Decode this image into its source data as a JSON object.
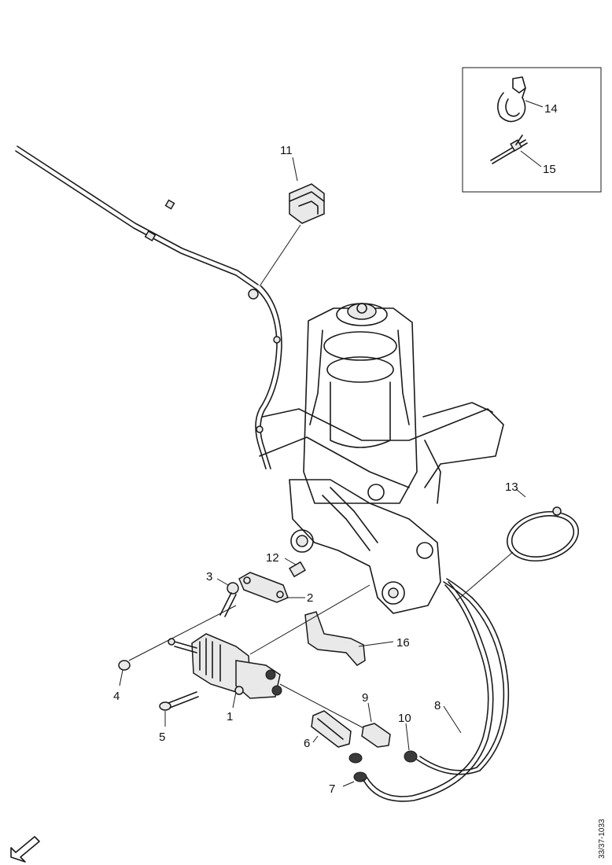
{
  "diagram": {
    "callouts": {
      "c1": "1",
      "c2": "2",
      "c3": "3",
      "c4": "4",
      "c5": "5",
      "c6": "6",
      "c7": "7",
      "c8": "8",
      "c9": "9",
      "c10": "10",
      "c11": "11",
      "c12": "12",
      "c13": "13",
      "c14": "14",
      "c15": "15"
    },
    "reference_code": "33/37-1033",
    "orientation_icon": "arrow-left-down-icon"
  }
}
